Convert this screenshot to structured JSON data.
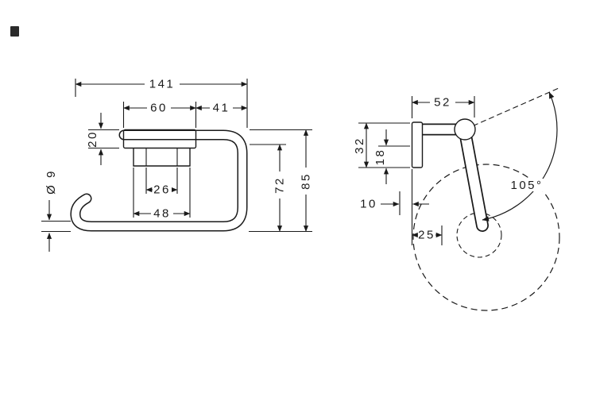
{
  "colors": {
    "line": "#1a1a1a",
    "background": "#ffffff"
  },
  "front_view": {
    "dims": {
      "total_width": "141",
      "plate_width": "60",
      "side_offset": "41",
      "plate_height": "20",
      "tube_diameter": "Ø 9",
      "inner_width": "26",
      "outer_width": "48",
      "inner_height": "72",
      "total_height": "85"
    }
  },
  "side_view": {
    "dims": {
      "depth": "52",
      "plate_height": "32",
      "pivot_offset": "18",
      "wall_gap": "10",
      "roll_offset": "25",
      "swing_angle": "105°"
    }
  }
}
